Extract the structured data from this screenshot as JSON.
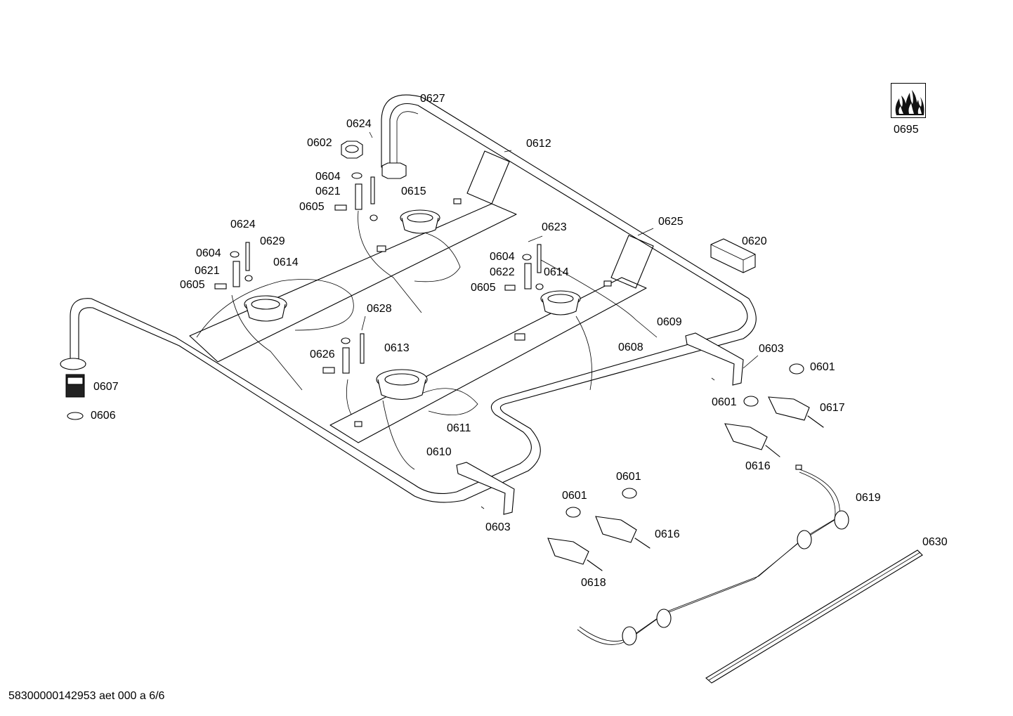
{
  "drawing": {
    "footer": "58300000142953 aet 000 a 6/6",
    "symbol_icon": "gas-flame-icon"
  },
  "callouts": [
    {
      "id": "c0627",
      "text": "0627"
    },
    {
      "id": "c0624a",
      "text": "0624"
    },
    {
      "id": "c0602",
      "text": "0602"
    },
    {
      "id": "c0612",
      "text": "0612"
    },
    {
      "id": "c0604a",
      "text": "0604"
    },
    {
      "id": "c0621a",
      "text": "0621"
    },
    {
      "id": "c0615",
      "text": "0615"
    },
    {
      "id": "c0605a",
      "text": "0605"
    },
    {
      "id": "c0624b",
      "text": "0624"
    },
    {
      "id": "c0629",
      "text": "0629"
    },
    {
      "id": "c0604b",
      "text": "0604"
    },
    {
      "id": "c0614a",
      "text": "0614"
    },
    {
      "id": "c0621b",
      "text": "0621"
    },
    {
      "id": "c0605b",
      "text": "0605"
    },
    {
      "id": "c0623",
      "text": "0623"
    },
    {
      "id": "c0625",
      "text": "0625"
    },
    {
      "id": "c0620",
      "text": "0620"
    },
    {
      "id": "c0604c",
      "text": "0604"
    },
    {
      "id": "c0622",
      "text": "0622"
    },
    {
      "id": "c0614b",
      "text": "0614"
    },
    {
      "id": "c0605c",
      "text": "0605"
    },
    {
      "id": "c0628",
      "text": "0628"
    },
    {
      "id": "c0609",
      "text": "0609"
    },
    {
      "id": "c0613",
      "text": "0613"
    },
    {
      "id": "c0626",
      "text": "0626"
    },
    {
      "id": "c0608",
      "text": "0608"
    },
    {
      "id": "c0603a",
      "text": "0603"
    },
    {
      "id": "c0601a",
      "text": "0601"
    },
    {
      "id": "c0607",
      "text": "0607"
    },
    {
      "id": "c0606",
      "text": "0606"
    },
    {
      "id": "c0601b",
      "text": "0601"
    },
    {
      "id": "c0617",
      "text": "0617"
    },
    {
      "id": "c0611",
      "text": "0611"
    },
    {
      "id": "c0610",
      "text": "0610"
    },
    {
      "id": "c0616a",
      "text": "0616"
    },
    {
      "id": "c0601c",
      "text": "0601"
    },
    {
      "id": "c0619",
      "text": "0619"
    },
    {
      "id": "c0601d",
      "text": "0601"
    },
    {
      "id": "c0603b",
      "text": "0603"
    },
    {
      "id": "c0616b",
      "text": "0616"
    },
    {
      "id": "c0630",
      "text": "0630"
    },
    {
      "id": "c0618",
      "text": "0618"
    },
    {
      "id": "c0695",
      "text": "0695"
    }
  ]
}
